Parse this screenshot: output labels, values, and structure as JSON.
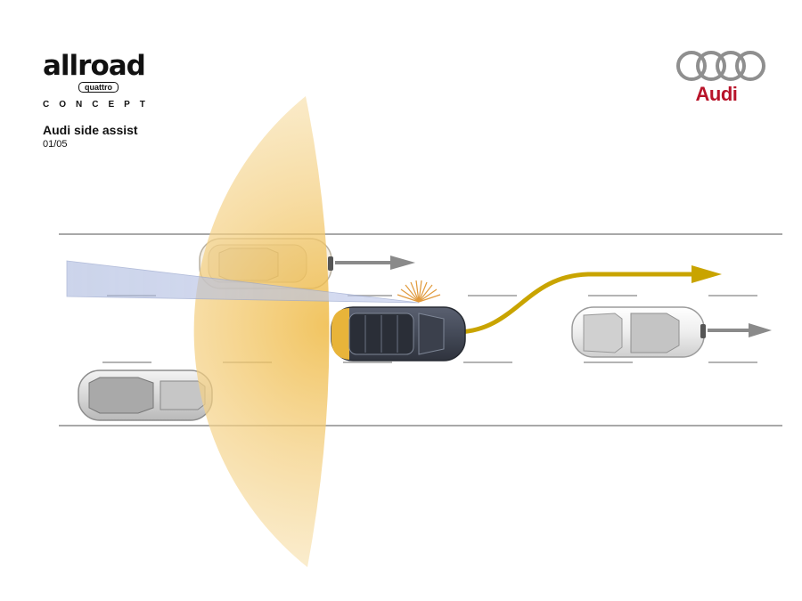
{
  "branding": {
    "allroad": "allroad",
    "quattro": "quattro",
    "concept": "CONCEPT",
    "audi": "Audi",
    "audi_color": "#b8142a"
  },
  "doc": {
    "title": "Audi side assist",
    "page": "01/05"
  },
  "colors": {
    "detection_zone": "#f2c766",
    "path_arrow": "#c9a400",
    "gray_arrow": "#8a8a8a",
    "radar_beam": "#b7c3e2",
    "lane_lines": "#a8a8a8",
    "warning_rays": "#e19a3c"
  },
  "vehicles": [
    {
      "name": "ego-car",
      "color": "dark-gray",
      "lane": "middle"
    },
    {
      "name": "passing-car",
      "color": "beige",
      "lane": "left"
    },
    {
      "name": "rear-car",
      "color": "silver",
      "lane": "right"
    },
    {
      "name": "front-car",
      "color": "white",
      "lane": "middle"
    }
  ]
}
